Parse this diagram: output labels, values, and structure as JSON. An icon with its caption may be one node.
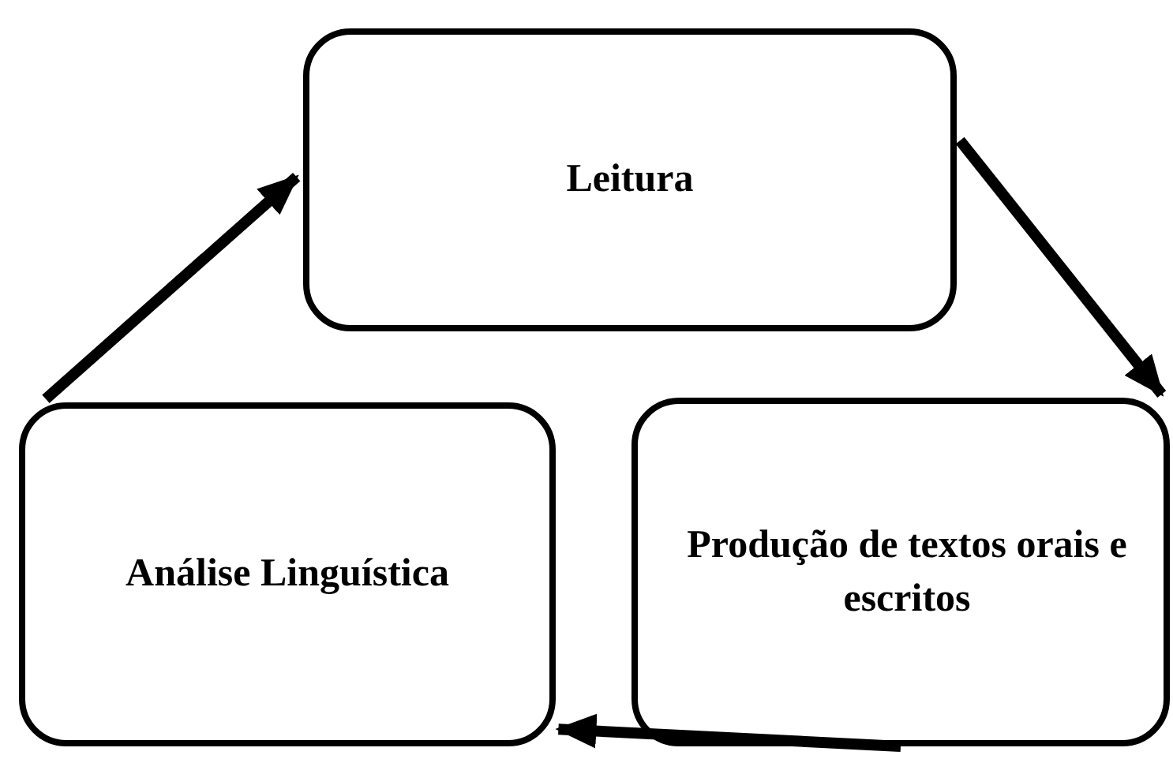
{
  "diagram": {
    "nodes": [
      {
        "text": [
          "Leitura"
        ]
      },
      {
        "text": [
          "Produção de textos orais e escritos"
        ]
      },
      {
        "text": [
          "Análise Linguística"
        ]
      }
    ],
    "edges": [
      {
        "from": 0,
        "to": 1,
        "arrow": "to"
      },
      {
        "from": 1,
        "to": 2,
        "arrow": "to"
      },
      {
        "from": 2,
        "to": 0,
        "arrow": "to"
      }
    ]
  }
}
